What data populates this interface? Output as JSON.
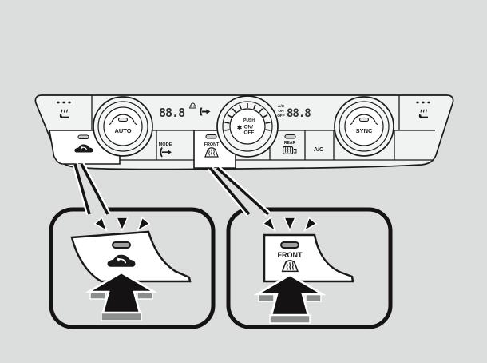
{
  "colors": {
    "background": "#dcdddd",
    "panel_fill": "#f1f2f2",
    "highlight_button_fill": "#ffffff",
    "line": "#1a1a1a",
    "arrow_black": "#141212",
    "arrow_gray": "#8c8e8e",
    "led_pill_fill": "#cfd1d1",
    "callout_pill_fill": "#9fa1a1"
  },
  "panel": {
    "auto_knob": {
      "label": "AUTO"
    },
    "fan_knob": {
      "push": "PUSH",
      "fan_glyph": "✱",
      "on": "ON/",
      "off": "OFF"
    },
    "sync_knob": {
      "label": "SYNC"
    },
    "display_left": {
      "value": "88.8"
    },
    "display_right": {
      "ac": "A/C",
      "on": "ON",
      "off": "OFF",
      "value": "88.8"
    },
    "mode_button": {
      "label": "MODE"
    },
    "front_button": {
      "label": "FRONT"
    },
    "rear_button": {
      "label": "REAR"
    },
    "ac_button": {
      "label": "A/C"
    }
  },
  "callout_right": {
    "front_label": "FRONT"
  }
}
